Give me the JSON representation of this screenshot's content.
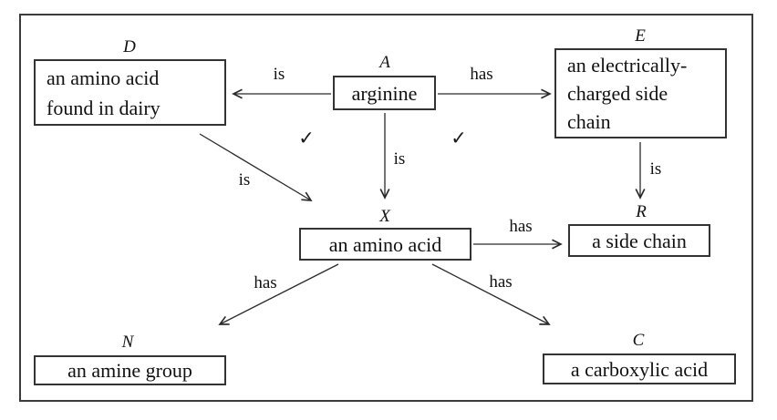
{
  "diagram": {
    "checkmark": "✓",
    "line_color": "#2a2a2a",
    "nodes": {
      "D": {
        "tag": "D",
        "lines": [
          "an amino acid",
          "found in dairy"
        ]
      },
      "A": {
        "tag": "A",
        "lines": [
          "arginine"
        ]
      },
      "E": {
        "tag": "E",
        "lines": [
          "an electrically-",
          "charged side",
          "chain"
        ]
      },
      "X": {
        "tag": "X",
        "lines": [
          "an amino acid"
        ]
      },
      "R": {
        "tag": "R",
        "lines": [
          "a side chain"
        ]
      },
      "N": {
        "tag": "N",
        "lines": [
          "an amine group"
        ]
      },
      "C": {
        "tag": "C",
        "lines": [
          "a carboxylic acid"
        ]
      }
    },
    "edges": {
      "a_d": {
        "label": "is"
      },
      "a_e": {
        "label": "has"
      },
      "a_x": {
        "label": "is"
      },
      "d_x": {
        "label": "is"
      },
      "e_r": {
        "label": "is"
      },
      "x_r": {
        "label": "has"
      },
      "x_n": {
        "label": "has"
      },
      "x_c": {
        "label": "has"
      }
    }
  }
}
